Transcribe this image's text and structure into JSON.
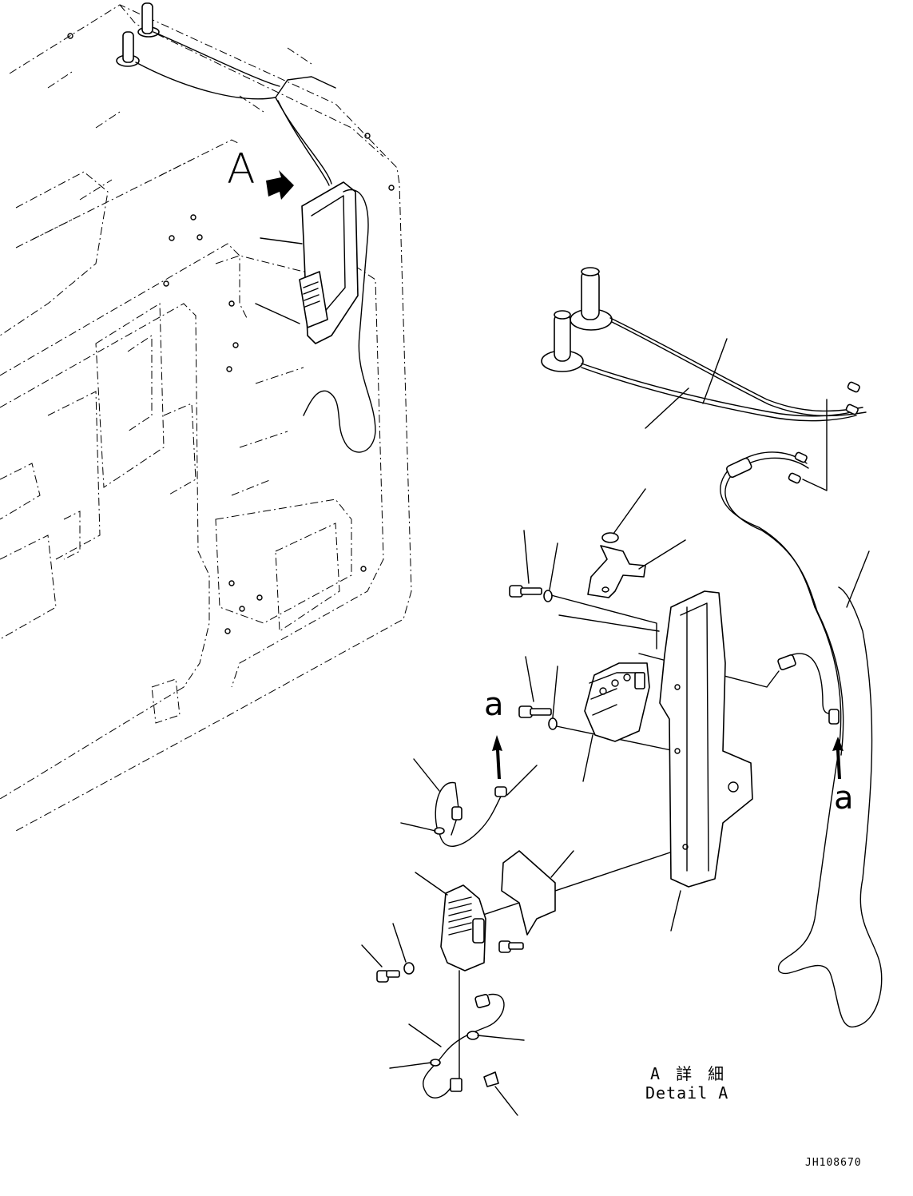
{
  "diagram": {
    "label_view": "A",
    "label_a_upper": "a",
    "label_a_lower": "a",
    "detail_title_jp": "A 詳 細",
    "detail_title_en": "Detail A",
    "drawing_code": "JH108670"
  },
  "icons": {
    "view_arrow": "arrow-right-icon",
    "ref_arrow": "arrow-up-icon"
  }
}
